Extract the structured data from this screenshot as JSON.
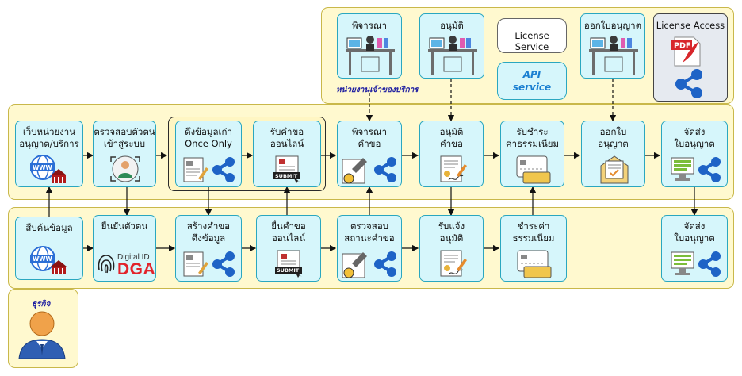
{
  "agency_label": "หน่วยงานเจ้าของบริการ",
  "business_label": "ธุรกิจ",
  "top": {
    "consider": "พิจารณา",
    "approve": "อนุมัติ",
    "license_service": "License Service",
    "api_line1": "API",
    "api_line2": "service",
    "issue": "ออกใบอนุญาต",
    "license_access": "License Access",
    "pdf_text": "PDF"
  },
  "mid": {
    "website_l1": "เว็บหน่วยงาน",
    "website_l2": "อนุญาต/บริการ",
    "verify_l1": "ตรวจสอบตัวตน",
    "verify_l2": "เข้าสู่ระบบ",
    "pull_l1": "ดึงข้อมูลเก่า",
    "pull_l2": "Once Only",
    "receive_l1": "รับคำขอ",
    "receive_l2": "ออนไลน์",
    "consider_l1": "พิจารณา",
    "consider_l2": "คำขอ",
    "approve_l1": "อนุมัติ",
    "approve_l2": "คำขอ",
    "fee_l1": "รับชำระ",
    "fee_l2": "ค่าธรรมเนียม",
    "issue_l1": "ออกใบ",
    "issue_l2": "อนุญาต",
    "send_l1": "จัดส่ง",
    "send_l2": "ใบอนุญาต"
  },
  "bot": {
    "search": "สืบค้นข้อมูล",
    "confirm": "ยืนยันตัวตน",
    "create_l1": "สร้างคำขอ",
    "create_l2": "ดึงข้อมูล",
    "submit_l1": "ยื่นคำขอ",
    "submit_l2": "ออนไลน์",
    "status_l1": "ตรวจสอบ",
    "status_l2": "สถานะคำขอ",
    "notify_l1": "รับแจ้ง",
    "notify_l2": "อนุมัติ",
    "pay_l1": "ชำระค่า",
    "pay_l2": "ธรรมเนียม",
    "send_l1": "จัดส่ง",
    "send_l2": "ใบอนุญาต"
  },
  "dga": {
    "digital_id": "Digital ID",
    "dga": "DGA"
  },
  "submit_badge": "SUBMIT",
  "www_text": "WWW",
  "colors": {
    "lane_fill": "#fff9cf",
    "box_fill": "#d6f6fb",
    "box_border": "#2aa7c0",
    "share_blue": "#1e63c6",
    "api_blue": "#1a7fd1",
    "dga_red": "#e2232a"
  }
}
